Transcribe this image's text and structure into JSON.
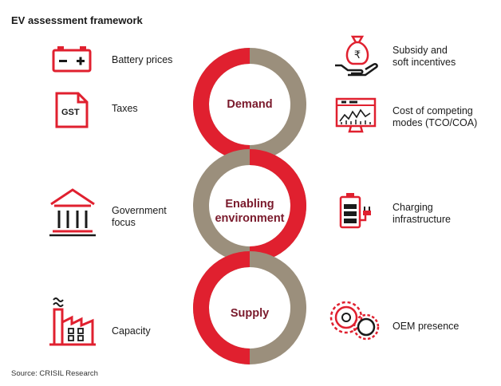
{
  "title": "EV assessment framework",
  "source": "Source: CRISIL Research",
  "rings": {
    "demand": "Demand",
    "enabling_line1": "Enabling",
    "enabling_line2": "environment",
    "supply": "Supply"
  },
  "left_items": {
    "battery": "Battery prices",
    "taxes": "Taxes",
    "gst_badge": "GST",
    "government_line1": "Government",
    "government_line2": "focus",
    "capacity": "Capacity"
  },
  "right_items": {
    "subsidy_line1": "Subsidy and",
    "subsidy_line2": "soft incentives",
    "cost_line1": "Cost of competing",
    "cost_line2": "modes (TCO/COA)",
    "charging_line1": "Charging",
    "charging_line2": "infrastructure",
    "oem": "OEM presence"
  },
  "colors": {
    "red": "#e0202f",
    "taupe": "#9b8f7c",
    "ring_text": "#7a1a2c"
  }
}
